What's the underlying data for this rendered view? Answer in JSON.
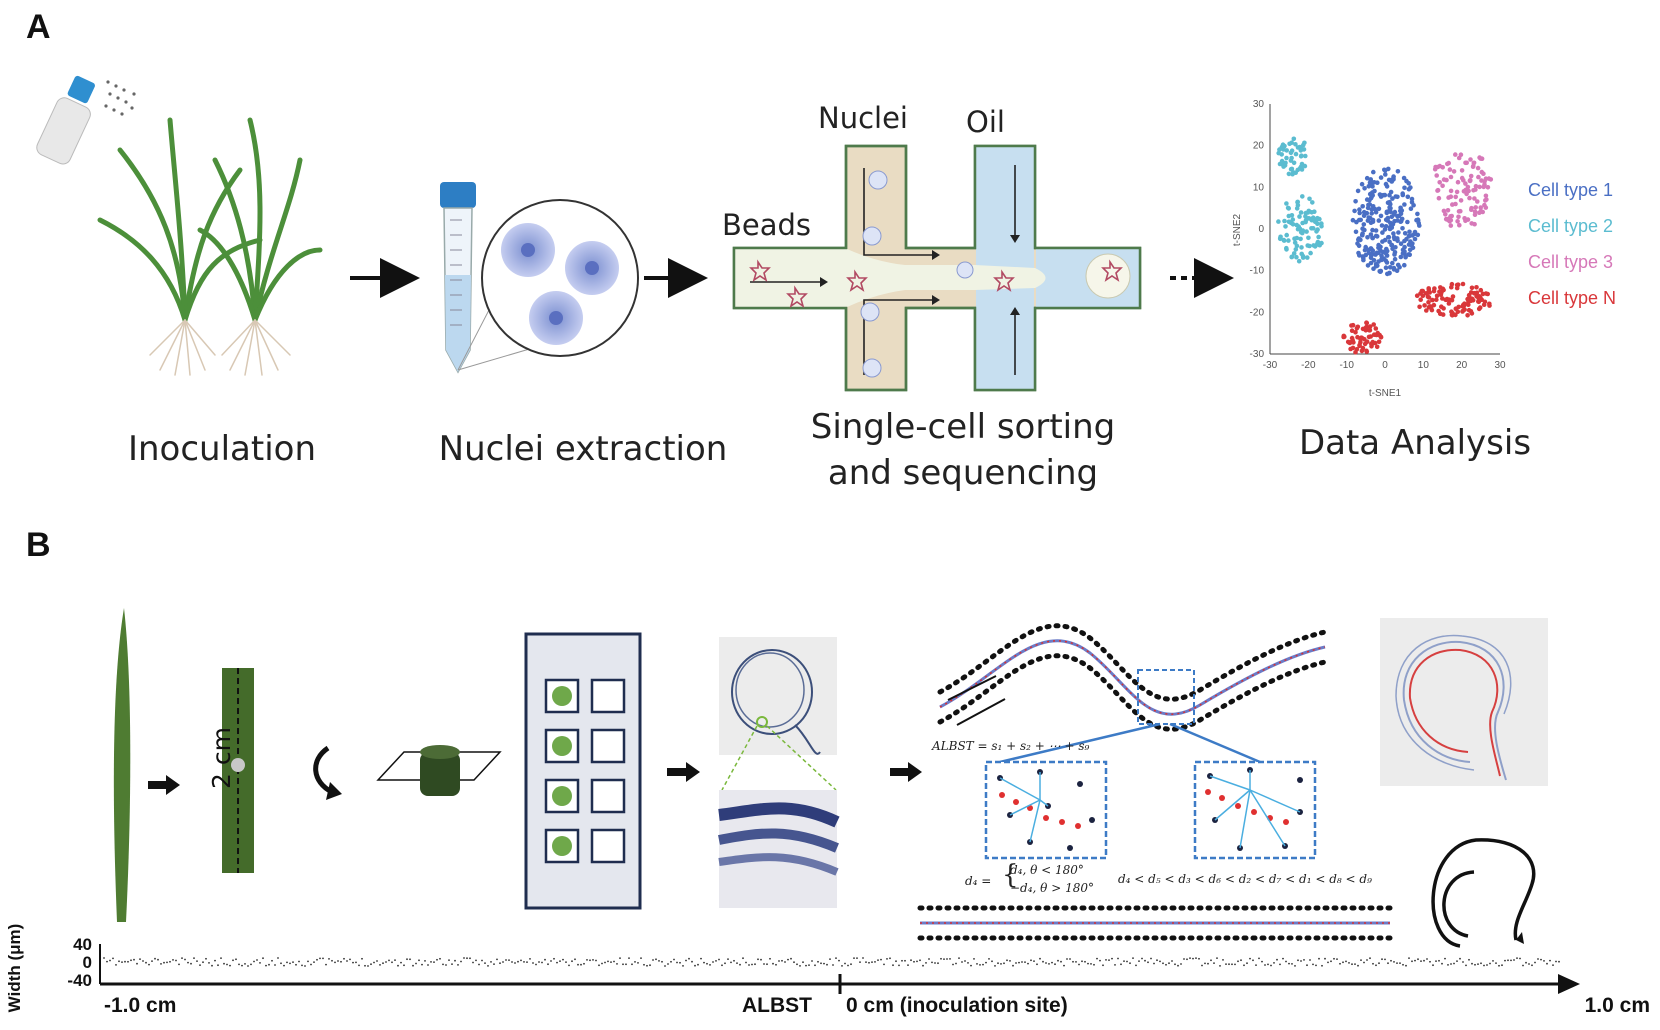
{
  "panels": {
    "a": "A",
    "b": "B"
  },
  "stages": {
    "inoculation": "Inoculation",
    "nuclei_extraction": "Nuclei extraction",
    "sorting_line1": "Single-cell sorting",
    "sorting_line2": "and sequencing",
    "data_analysis": "Data Analysis"
  },
  "microfluidics": {
    "nuclei": "Nuclei",
    "oil": "Oil",
    "beads": "Beads"
  },
  "tsne": {
    "xlabel": "t-SNE1",
    "ylabel": "t-SNE2",
    "xticks": [
      "-30",
      "-20",
      "-10",
      "0",
      "10",
      "20",
      "30"
    ],
    "yticks": [
      "30",
      "20",
      "10",
      "0",
      "-10",
      "-20",
      "-30"
    ],
    "legend": [
      "Cell type 1",
      "Cell type 2",
      "Cell type 3",
      "Cell type N"
    ],
    "colors": [
      "#4a6fc4",
      "#5bbcd0",
      "#d678b8",
      "#d9373a"
    ]
  },
  "panel_b": {
    "length_label": "2 cm",
    "formula_albst": "ALBST = s₁ + s₂ + ⋯ + s₉",
    "formula_d4_1": "d₄, θ < 180°",
    "formula_d4_2": "−d₄, θ > 180°",
    "formula_d4_lhs": "d₄ =",
    "formula_order": "d₄ < d₅ < d₃ < d₆ < d₂ < d₇ < d₁ < d₈ < d₉",
    "width_axis_label": "Width (μm)",
    "width_ticks": [
      "40",
      "0",
      "-40"
    ],
    "axis_left": "-1.0 cm",
    "axis_mid_left": "ALBST",
    "axis_mid": "0 cm (inoculation site)",
    "axis_right": "1.0 cm"
  }
}
